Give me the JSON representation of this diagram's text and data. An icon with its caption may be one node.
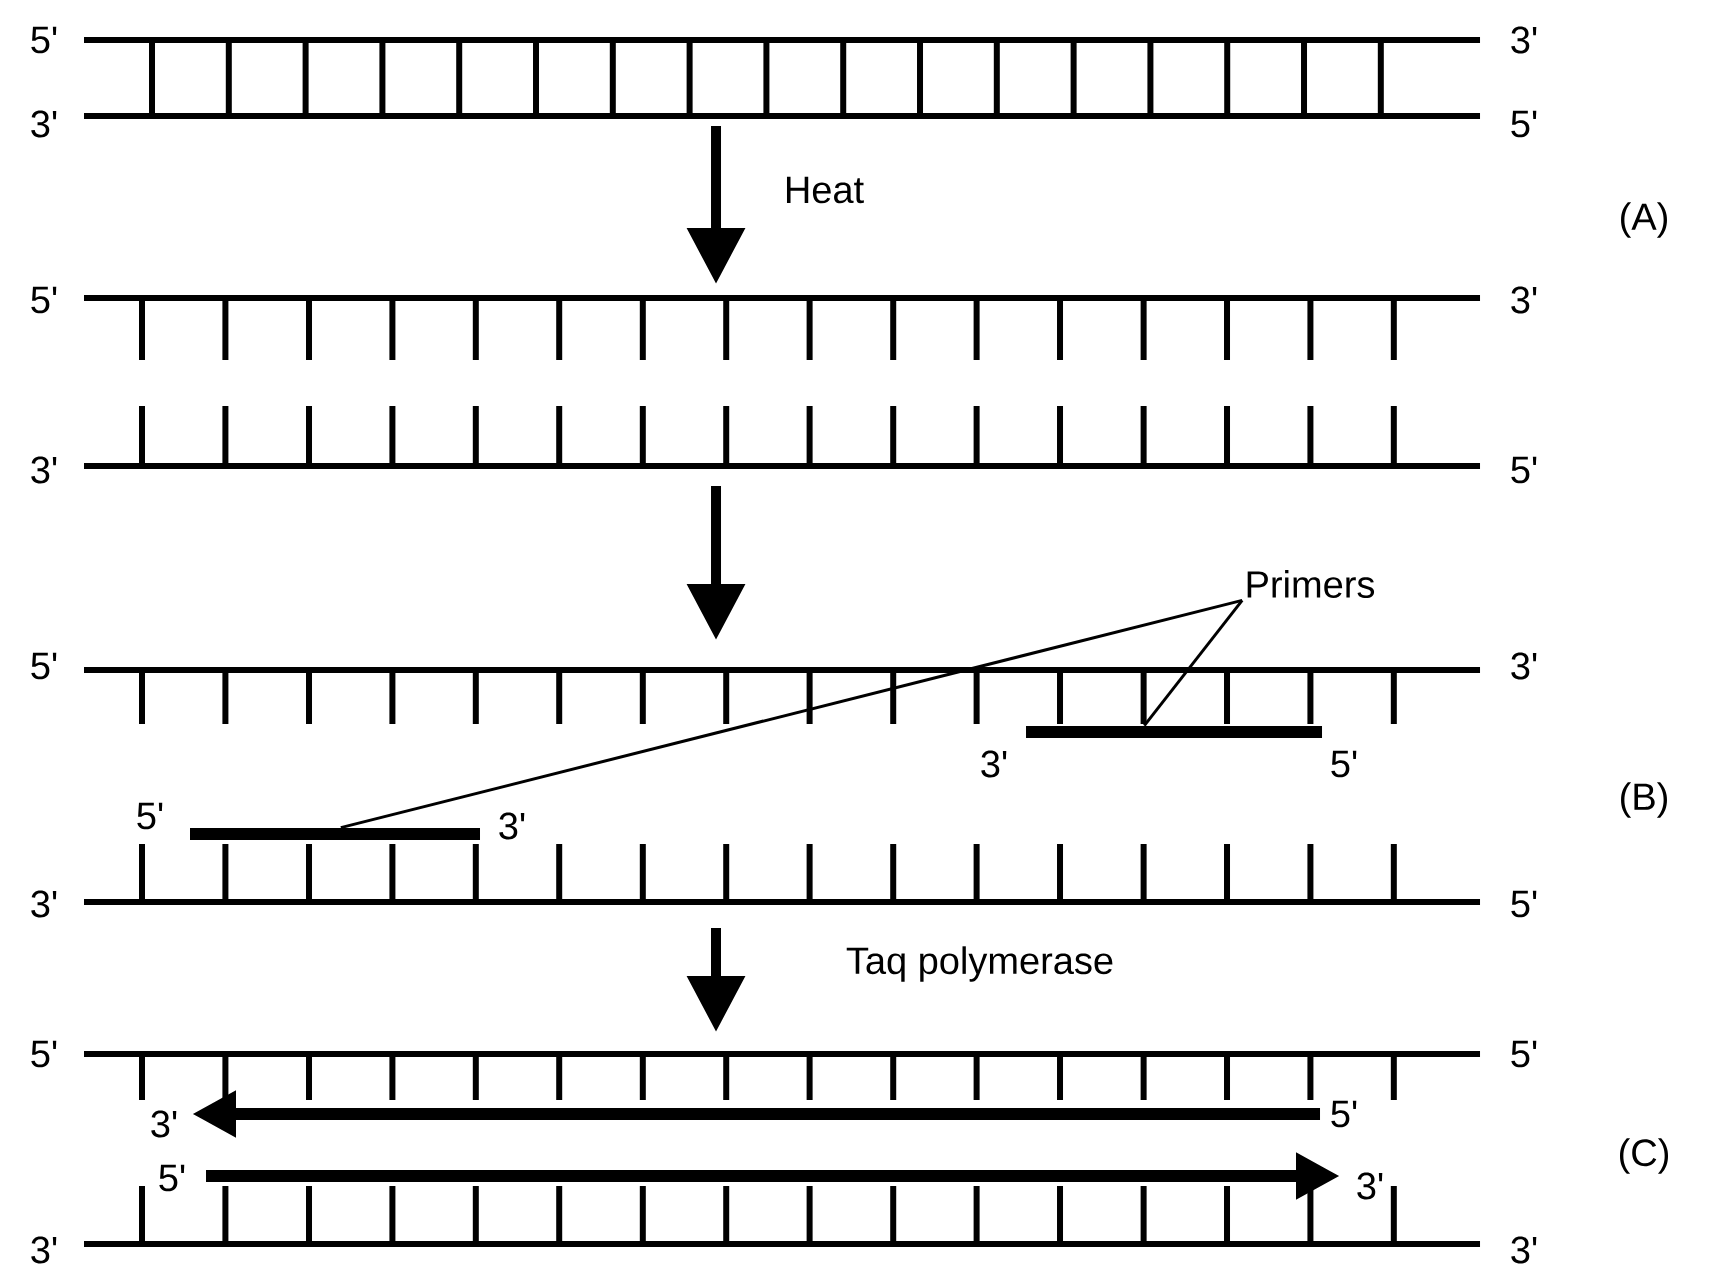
{
  "diagram": {
    "nodes": [
      {
        "text": [
          "Primers"
        ]
      },
      {
        "text": [],
        "shape": "bar"
      },
      {
        "text": [],
        "shape": "bar"
      }
    ],
    "edges": [
      {
        "from": 0,
        "to": 1,
        "arrow": "none"
      },
      {
        "from": 0,
        "to": 2,
        "arrow": "none"
      }
    ],
    "labels": [
      "5'",
      "3'",
      "3'",
      "5'",
      "Heat",
      "(A)",
      "5'",
      "3'",
      "3'",
      "5'",
      "5'",
      "3'",
      "3'",
      "5'",
      "(B)",
      "5'",
      "3'",
      "3'",
      "5'",
      "Taq polymerase",
      "5'",
      "5'",
      "3'",
      "5'",
      "(C)",
      "5'",
      "3'",
      "3'",
      "3'"
    ]
  }
}
